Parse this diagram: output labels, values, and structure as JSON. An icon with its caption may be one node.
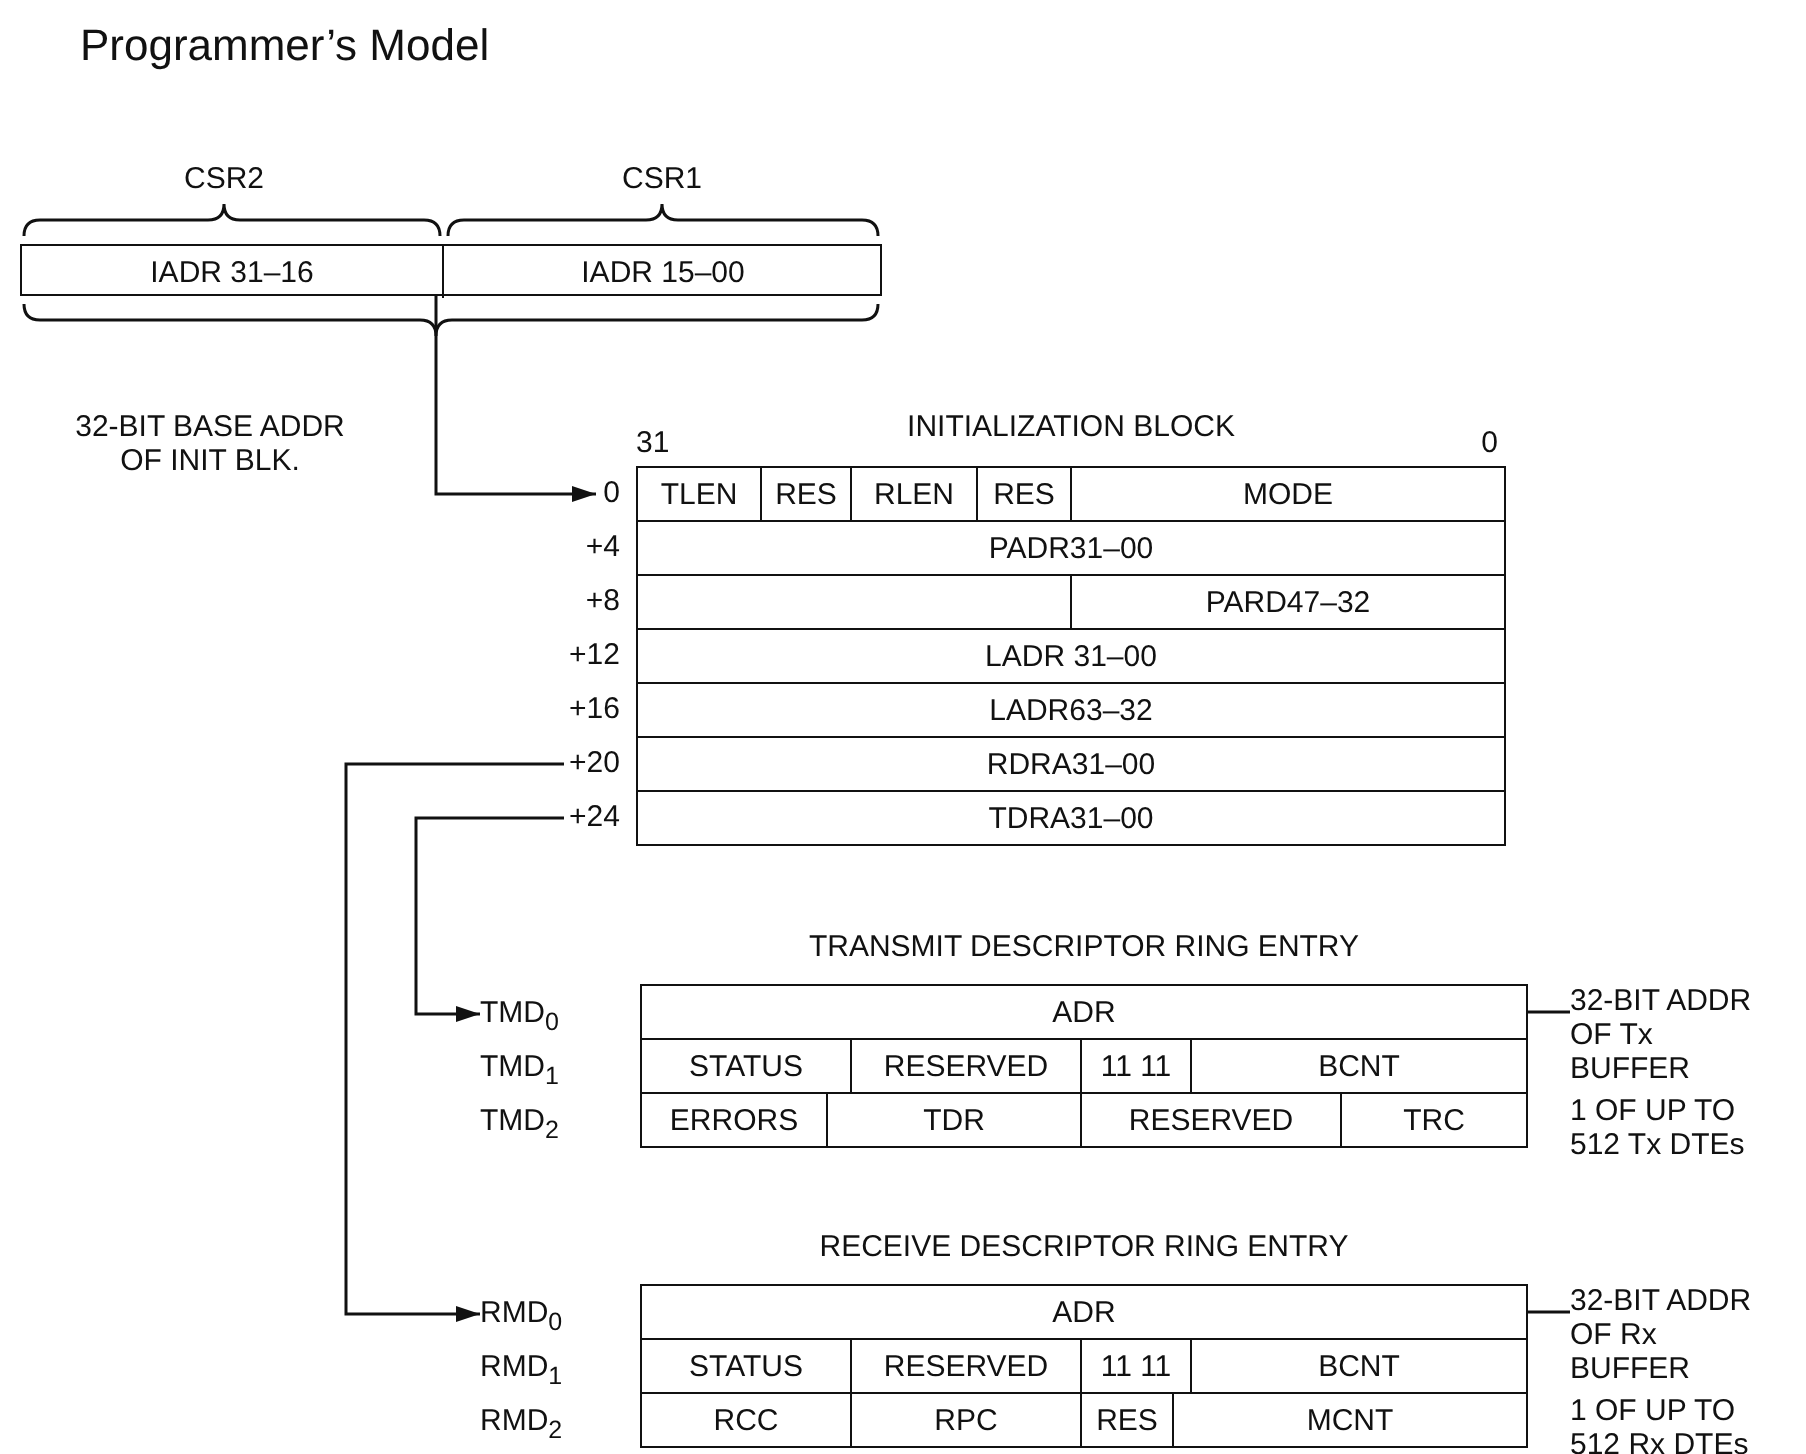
{
  "diagram": {
    "title": "Programmer’s Model",
    "nodes": [
      {
        "text": [],
        "shape": "box"
      },
      {
        "text": [
          "IADR 31–16"
        ],
        "in": 0
      },
      {
        "text": [
          "IADR 15–00"
        ],
        "in": 0
      },
      {
        "text": [
          "0"
        ]
      },
      {
        "text": [
          "INITIALIZATION BLOCK"
        ]
      },
      {
        "text": [
          "TLEN"
        ],
        "in": 4
      },
      {
        "text": [
          "RES"
        ],
        "in": 4
      },
      {
        "text": [
          "RLEN"
        ],
        "in": 4
      },
      {
        "text": [
          "RES"
        ],
        "in": 4
      },
      {
        "text": [
          "MODE"
        ],
        "in": 4
      },
      {
        "text": [
          "PADR31–00"
        ],
        "in": 4
      },
      {
        "text": [],
        "shape": "box",
        "in": 4
      },
      {
        "text": [
          "PARD47–32"
        ],
        "in": 4
      },
      {
        "text": [
          "LADR 31–00"
        ],
        "in": 4
      },
      {
        "text": [
          "LADR63–32"
        ],
        "in": 4
      },
      {
        "text": [
          "+20"
        ]
      },
      {
        "text": [
          "RDRA31–00"
        ],
        "in": 4
      },
      {
        "text": [
          "+24"
        ]
      },
      {
        "text": [
          "TDRA31–00"
        ],
        "in": 4
      },
      {
        "text": [
          "TMD$_{0}$"
        ]
      },
      {
        "text": [
          "TRANSMIT DESCRIPTOR RING ENTRY"
        ]
      },
      {
        "text": [
          "ADR"
        ],
        "in": 20
      },
      {
        "text": [
          "STATUS"
        ],
        "in": 20
      },
      {
        "text": [
          "RESERVED"
        ],
        "in": 20
      },
      {
        "text": [
          "11 11"
        ],
        "in": 20
      },
      {
        "text": [
          "BCNT"
        ],
        "in": 20
      },
      {
        "text": [
          "ERRORS"
        ],
        "in": 20
      },
      {
        "text": [
          "TDR"
        ],
        "in": 20
      },
      {
        "text": [
          "RESERVED"
        ],
        "in": 20
      },
      {
        "text": [
          "TRC"
        ],
        "in": 20
      },
      {
        "text": [
          "32-BIT ADDR OF Tx BUFFER"
        ]
      },
      {
        "text": [
          "RMD$_{0}$"
        ]
      },
      {
        "text": [
          "RECEIVE DESCRIPTOR RING ENTRY"
        ]
      },
      {
        "text": [
          "ADR"
        ],
        "in": 32
      },
      {
        "text": [
          "STATUS"
        ],
        "in": 32
      },
      {
        "text": [
          "RESERVED"
        ],
        "in": 32
      },
      {
        "text": [
          "11 11"
        ],
        "in": 32
      },
      {
        "text": [
          "BCNT"
        ],
        "in": 32
      },
      {
        "text": [
          "RCC"
        ],
        "in": 32
      },
      {
        "text": [
          "RPC"
        ],
        "in": 32
      },
      {
        "text": [
          "RES"
        ],
        "in": 32
      },
      {
        "text": [
          "MCNT"
        ],
        "in": 32
      },
      {
        "text": [
          "32-BIT ADDR OF Rx BUFFER"
        ]
      }
    ],
    "edges": [
      {
        "from": 0,
        "to": 3,
        "arrow": "to"
      },
      {
        "from": 15,
        "to": 31,
        "arrow": "to"
      },
      {
        "from": 17,
        "to": 19,
        "arrow": "to"
      },
      {
        "from": 30,
        "to": 21,
        "arrow": "none"
      },
      {
        "from": 42,
        "to": 33,
        "arrow": "none"
      }
    ],
    "labels": [
      "CSR2",
      "CSR1",
      "32-BIT BASE ADDR OF INIT BLK.",
      "31",
      "0",
      "+4",
      "+8",
      "+12",
      "+16",
      "TMD$_{1}$",
      "TMD$_{2}$",
      "1 OF UP TO 512 Tx DTEs",
      "RMD$_{1}$",
      "RMD$_{2}$",
      "1 OF UP TO 512 Rx DTEs"
    ]
  }
}
